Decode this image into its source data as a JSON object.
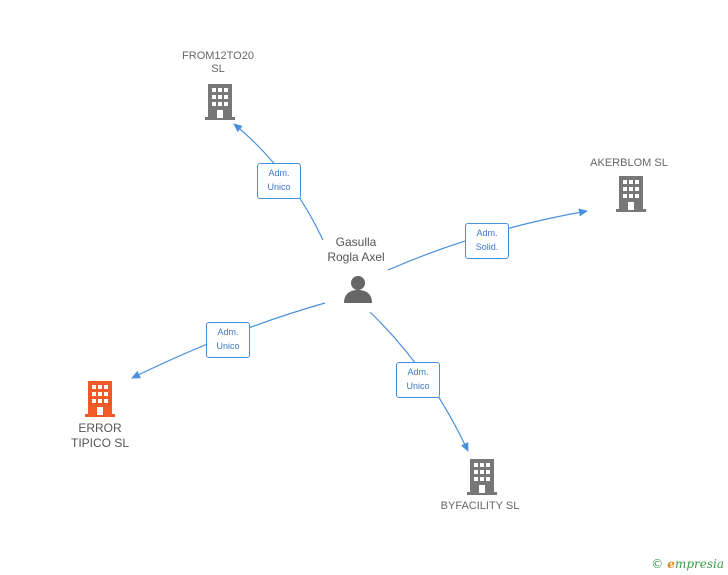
{
  "center": {
    "name_line1": "Gasulla",
    "name_line2": "Rogla Axel",
    "icon": "person-icon"
  },
  "companies": {
    "from12to20": {
      "line1": "FROM12TO20",
      "line2": "SL",
      "icon": "building-icon",
      "color": "#777777"
    },
    "akerblom": {
      "line1": "AKERBLOM  SL",
      "icon": "building-icon",
      "color": "#777777"
    },
    "error_tipico": {
      "line1": "ERROR",
      "line2": "TIPICO  SL",
      "icon": "building-icon",
      "color": "#f05a28"
    },
    "byfacility": {
      "line1": "BYFACILITY  SL",
      "icon": "building-icon",
      "color": "#777777"
    }
  },
  "relations": {
    "from12to20": {
      "line1": "Adm.",
      "line2": "Unico"
    },
    "akerblom": {
      "line1": "Adm.",
      "line2": "Solid."
    },
    "error_tipico": {
      "line1": "Adm.",
      "line2": "Unico"
    },
    "byfacility": {
      "line1": "Adm.",
      "line2": "Unico"
    }
  },
  "colors": {
    "edge": "#4a8fdc",
    "building_gray": "#777777",
    "building_highlight": "#f05a28"
  },
  "brand": {
    "copyright": "©",
    "initial": "e",
    "rest": "mpresia"
  }
}
